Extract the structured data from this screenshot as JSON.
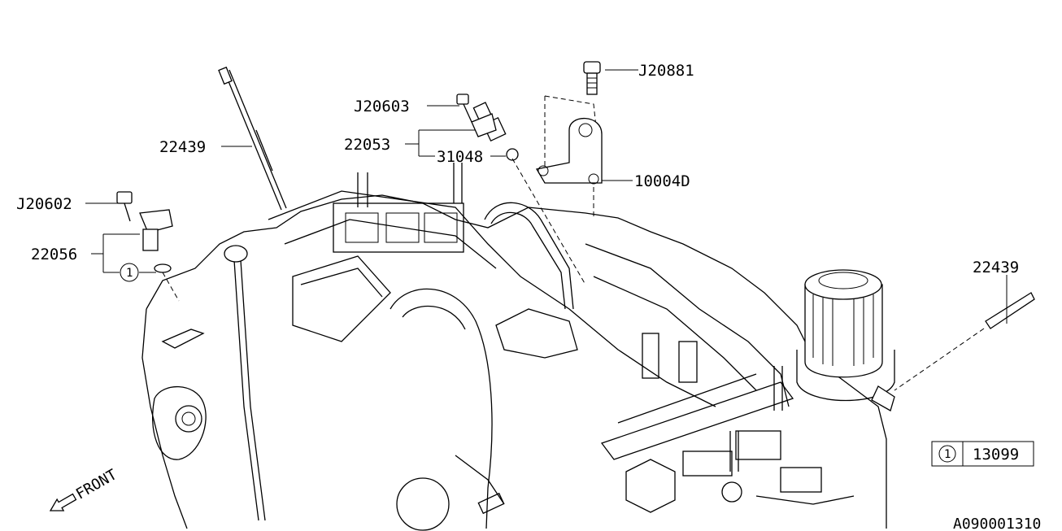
{
  "labels": {
    "j20881": "J20881",
    "j20603": "J20603",
    "p22439_top": "22439",
    "p22053": "22053",
    "p31048": "31048",
    "p10004d": "10004D",
    "j20602": "J20602",
    "p22056": "22056",
    "p22439_right": "22439",
    "front": "FRONT",
    "callout_1": "1"
  },
  "legend": {
    "key": "1",
    "part_number": "13099"
  },
  "figure_id": "A090001310"
}
